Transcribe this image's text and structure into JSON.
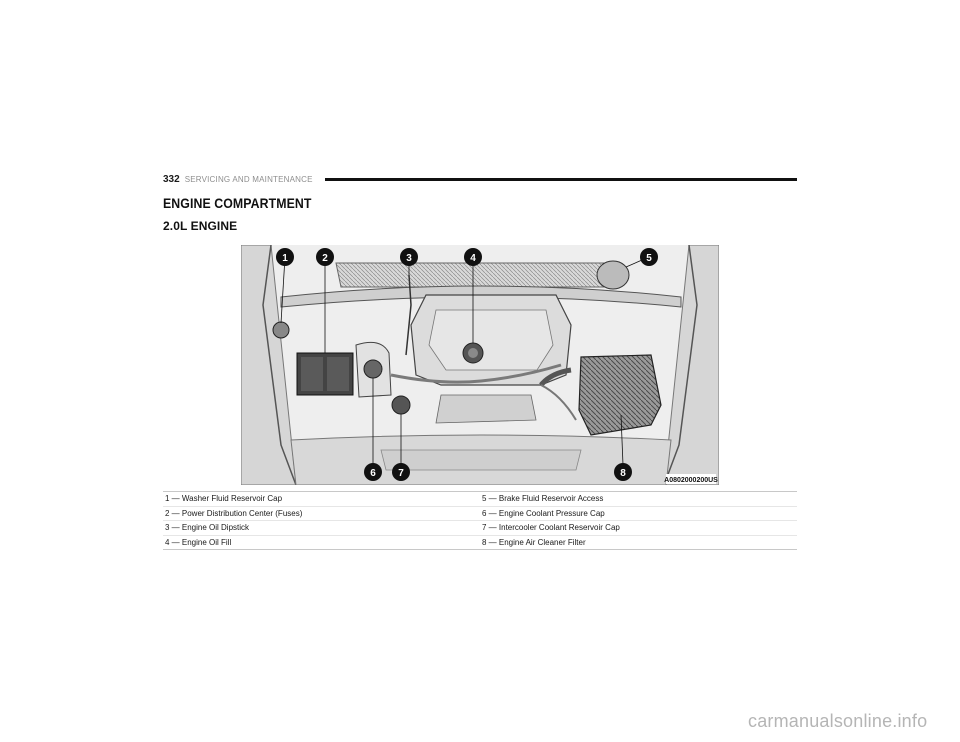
{
  "header": {
    "page_number": "332",
    "section": "SERVICING AND MAINTENANCE"
  },
  "title": "ENGINE COMPARTMENT",
  "subtitle": "2.0L ENGINE",
  "figure": {
    "code": "A0802000200US",
    "callouts": [
      "1",
      "2",
      "3",
      "4",
      "5",
      "6",
      "7",
      "8"
    ]
  },
  "legend": {
    "rows": [
      {
        "left": "1 — Washer Fluid Reservoir Cap",
        "right": "5 — Brake Fluid Reservoir Access"
      },
      {
        "left": "2 — Power Distribution Center (Fuses)",
        "right": "6 — Engine Coolant Pressure Cap"
      },
      {
        "left": "3 — Engine Oil Dipstick",
        "right": "7 — Intercooler Coolant Reservoir Cap"
      },
      {
        "left": "4 — Engine Oil Fill",
        "right": "8 — Engine Air Cleaner Filter"
      }
    ]
  },
  "watermark": "carmanualsonline.info"
}
